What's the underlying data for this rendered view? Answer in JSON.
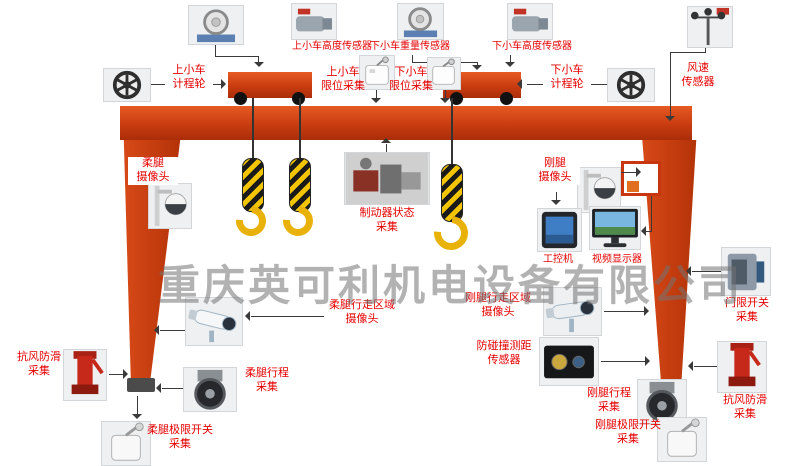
{
  "watermark": "重庆英可利机电设备有限公司",
  "colors": {
    "crane_orange": "#cc3a10",
    "label_red": "#e60000",
    "watermark_gray": "#737373",
    "hook_yellow": "#f3c400",
    "line_dark": "#3a3a3a",
    "background": "#ffffff"
  },
  "labels": {
    "upper_trolley_height_sensor": "上小车高度传感器",
    "lower_trolley_weight_sensor": "下小车重量传感器",
    "lower_trolley_height_sensor": "下小车高度传感器",
    "wind_speed_sensor": "风速\n传感器",
    "upper_trolley_odometer": "上小车\n计程轮",
    "upper_trolley_limit": "上小车\n限位采集",
    "lower_trolley_limit": "下小车\n限位采集",
    "lower_trolley_odometer": "下小车\n计程轮",
    "flexible_leg_camera": "柔腿\n摄像头",
    "rigid_leg_camera": "刚腿\n摄像头",
    "brake_status": "制动器状态\n采集",
    "industrial_pc": "工控机",
    "video_display": "视频显示器",
    "door_limit_switch": "门限开关\n采集",
    "flexible_leg_area_camera": "柔腿行走区域\n摄像头",
    "rigid_leg_area_camera": "刚腿行走区域\n摄像头",
    "anti_wind_left": "抗风防滑\n采集",
    "flexible_leg_travel": "柔腿行程\n采集",
    "anti_collision_sensor": "防碰撞测距\n传感器",
    "rigid_leg_travel": "刚腿行程\n采集",
    "anti_wind_right": "抗风防滑\n采集",
    "flexible_leg_limit": "柔腿极限开关\n采集",
    "rigid_leg_limit": "刚腿极限开关\n采集"
  },
  "icons": [
    "load-ring-sensor-icon",
    "gear-motor-sensor-icon",
    "anemometer-icon",
    "handwheel-icon",
    "limit-switch-icon",
    "brake-unit-icon",
    "dome-camera-icon",
    "industrial-tablet-icon",
    "monitor-icon",
    "door-switch-icon",
    "bullet-camera-icon",
    "laser-rangefinder-icon",
    "rail-clamp-icon",
    "travel-wheel-icon"
  ]
}
